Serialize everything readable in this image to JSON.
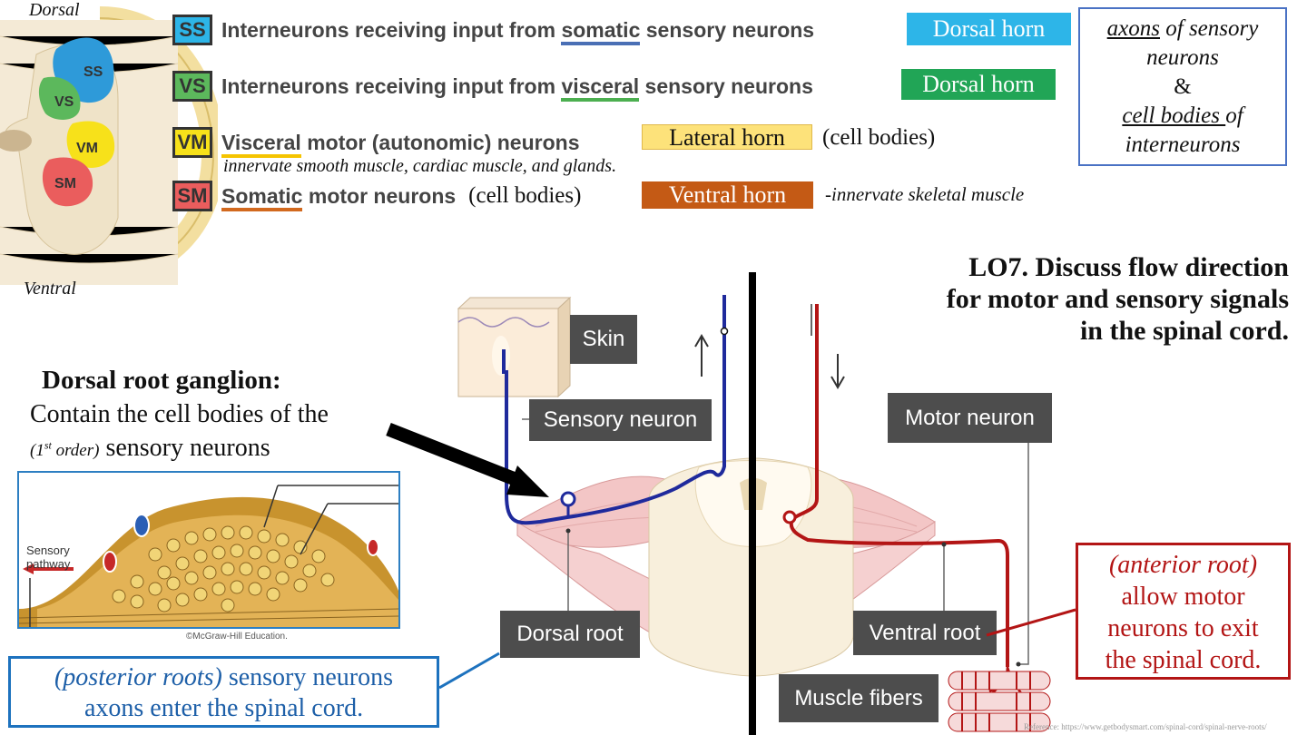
{
  "section_diagram": {
    "dorsal_label": "Dorsal",
    "ventral_label": "Ventral",
    "regions": [
      "SS",
      "VS",
      "VM",
      "SM"
    ]
  },
  "legend": [
    {
      "code": "SS",
      "pre": "Interneurons receiving input from ",
      "key": "somatic",
      "post": " sensory neurons",
      "tag": "Dorsal horn",
      "color": "#2db5e8"
    },
    {
      "code": "VS",
      "pre": "Interneurons receiving input from ",
      "key": "visceral",
      "post": " sensory neurons",
      "tag": "Dorsal horn",
      "color": "#21a556"
    },
    {
      "code": "VM",
      "key": "Visceral",
      "post": " motor (autonomic) neurons",
      "tag": "Lateral horn",
      "note": "(cell bodies)",
      "subnote": "innervate smooth muscle, cardiac muscle, and glands.",
      "color": "#fde27a"
    },
    {
      "code": "SM",
      "key": "Somatic",
      "post": " motor neurons",
      "mid": "(cell bodies)",
      "tag": "Ventral horn",
      "note": "-innervate skeletal muscle",
      "color": "#c45a15"
    }
  ],
  "right_box": {
    "axons": "axons",
    "of_sensory": " of sensory",
    "neurons": "neurons",
    "amp": "&",
    "cell_bodies": "cell bodies ",
    "of": "of",
    "interneurons": "interneurons"
  },
  "lo7": [
    "LO7. Discuss flow direction",
    "for motor and sensory signals",
    "in the spinal cord."
  ],
  "drg": {
    "title": "Dorsal root ganglion:",
    "line1": "Contain the cell bodies of the",
    "line2_order": "(1",
    "line2_sup": "st",
    "line2_order_end": " order)",
    "line2_rest": " sensory neurons",
    "image_label_1": "Sensory",
    "image_label_2": "pathway",
    "copyright": "©McGraw-Hill Education."
  },
  "labels": {
    "skin": "Skin",
    "sensory_neuron": "Sensory neuron",
    "motor_neuron": "Motor neuron",
    "dorsal_root": "Dorsal root",
    "ventral_root": "Ventral root",
    "muscle_fibers": "Muscle fibers"
  },
  "posterior_box": {
    "italic": "(posterior roots)",
    "rest": " sensory neurons",
    "line2": "axons enter the spinal cord."
  },
  "anterior_box": {
    "italic": "(anterior root)",
    "line2": "allow motor",
    "line3": "neurons to exit",
    "line4": "the spinal cord."
  },
  "reference": "Reference: https://www.getbodysmart.com/spinal-cord/spinal-nerve-roots/"
}
